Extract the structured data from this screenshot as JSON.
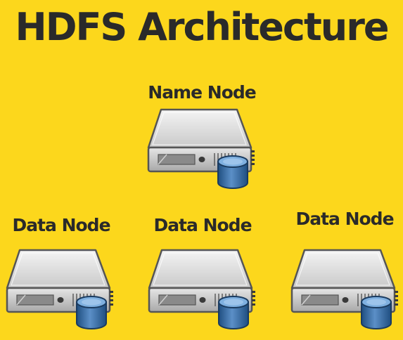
{
  "title": "HDFS Architecture",
  "name_node": {
    "label": "Name Node",
    "icon": "server-with-database-icon"
  },
  "data_nodes": [
    {
      "label": "Data Node",
      "icon": "server-with-database-icon"
    },
    {
      "label": "Data Node",
      "icon": "server-with-database-icon"
    },
    {
      "label": "Data Node",
      "icon": "server-with-database-icon"
    }
  ],
  "colors": {
    "background": "#fcd71c",
    "text": "#2a2a2a",
    "database": "#3a6ea5"
  }
}
